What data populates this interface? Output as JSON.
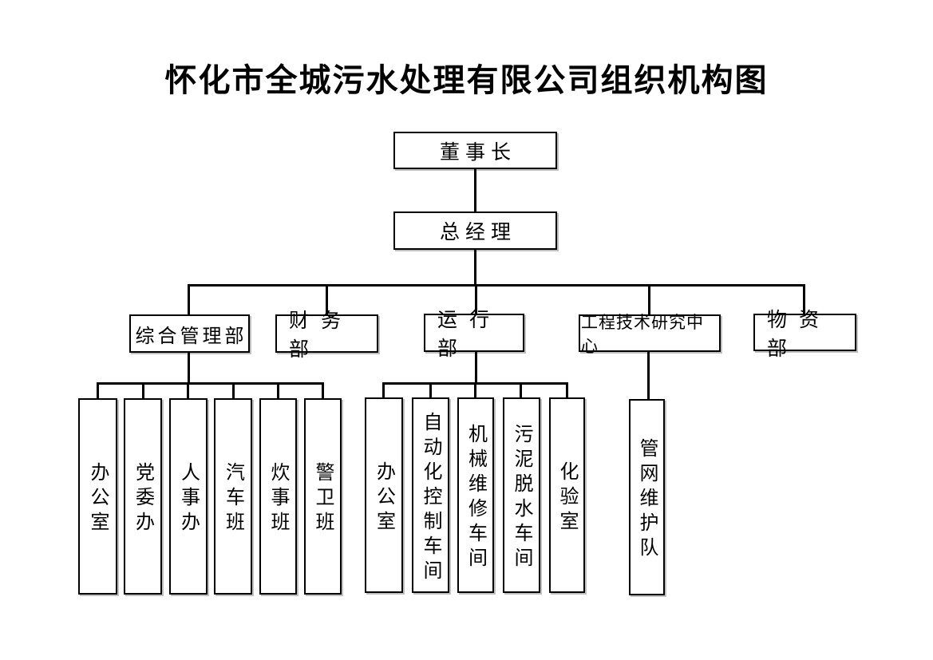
{
  "title": "怀化市全城污水处理有限公司组织机构图",
  "org": {
    "chairman": "董事长",
    "general_manager": "总经理",
    "departments": [
      {
        "label": "综合管理部",
        "children": [
          "办公室",
          "党委办",
          "人事办",
          "汽车班",
          "炊事班",
          "警卫班"
        ]
      },
      {
        "label": "财务部",
        "children": []
      },
      {
        "label": "运行部",
        "children": [
          "办公室",
          "自动化控制车间",
          "机械维修车间",
          "污泥脱水车间",
          "化验室"
        ]
      },
      {
        "label": "工程技术研究中心",
        "children": [
          "管网维护队"
        ]
      },
      {
        "label": "物资部",
        "children": []
      }
    ]
  },
  "colors": {
    "background": "#ffffff",
    "line": "#000000",
    "box_border": "#000000",
    "text": "#000000"
  }
}
